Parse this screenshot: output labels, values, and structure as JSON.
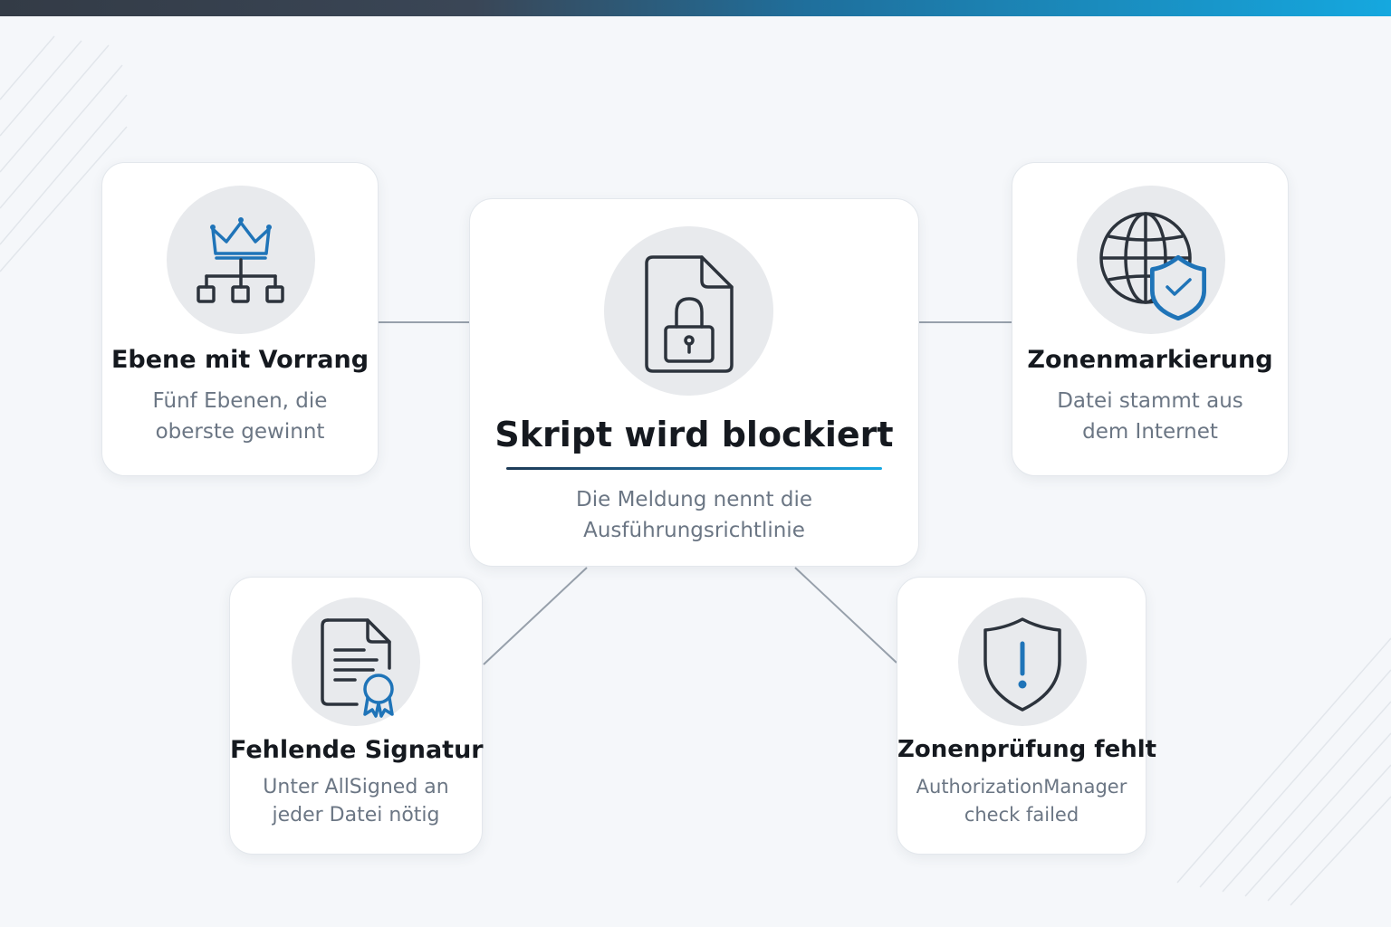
{
  "colors": {
    "accent_blue": "#1f74b8",
    "icon_dark": "#2c333c",
    "connector": "#97a0ab",
    "title": "#15191f",
    "description": "#6b7684"
  },
  "center": {
    "icon": "locked-document-icon",
    "title": "Skript wird blockiert",
    "desc_line1": "Die Meldung nennt die",
    "desc_line2": "Ausführungsrichtlinie"
  },
  "nodes": {
    "precedence": {
      "icon": "crown-hierarchy-icon",
      "title": "Ebene mit Vorrang",
      "desc_line1": "Fünf Ebenen, die",
      "desc_line2": "oberste gewinnt"
    },
    "zone_mark": {
      "icon": "globe-shield-icon",
      "title": "Zonenmarkierung",
      "desc_line1": "Datei stammt aus",
      "desc_line2": "dem Internet"
    },
    "signature": {
      "icon": "certificate-document-icon",
      "title": "Fehlende Signatur",
      "desc_line1": "Unter AllSigned an",
      "desc_line2": "jeder Datei nötig"
    },
    "zone_check": {
      "icon": "shield-alert-icon",
      "title": "Zonenprüfung fehlt",
      "desc_line1": "AuthorizationManager",
      "desc_line2": "check failed"
    }
  }
}
